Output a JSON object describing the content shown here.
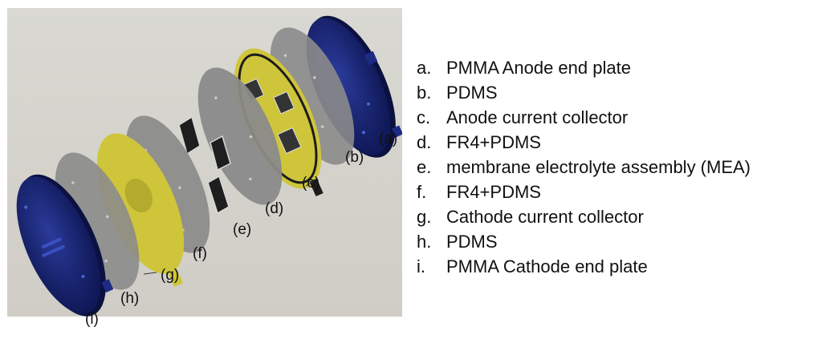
{
  "diagram": {
    "components": [
      {
        "id": "a",
        "marker": "(a)",
        "letter": "a.",
        "name": "PMMA Anode end plate",
        "color": "#16216a"
      },
      {
        "id": "b",
        "marker": "(b)",
        "letter": "b.",
        "name": "PDMS",
        "color": "#8a8a8a"
      },
      {
        "id": "c",
        "marker": "(c)",
        "letter": "c.",
        "name": "Anode current collector",
        "color": "#c9c23a"
      },
      {
        "id": "d",
        "marker": "(d)",
        "letter": "d.",
        "name": "FR4+PDMS",
        "color": "#8a8a8a"
      },
      {
        "id": "e",
        "marker": "(e)",
        "letter": "e.",
        "name": "membrane electrolyte assembly (MEA)",
        "color": "#2a2a2a"
      },
      {
        "id": "f",
        "marker": "(f)",
        "letter": "f.",
        "name": "FR4+PDMS",
        "color": "#8a8a8a"
      },
      {
        "id": "g",
        "marker": "(g)",
        "letter": "g.",
        "name": "Cathode current collector",
        "color": "#c9c23a"
      },
      {
        "id": "h",
        "marker": "(h)",
        "letter": "h.",
        "name": "PDMS",
        "color": "#8a8a8a"
      },
      {
        "id": "i",
        "marker": "(i)",
        "letter": "i.",
        "name": "PMMA Cathode end plate",
        "color": "#16216a"
      }
    ]
  }
}
